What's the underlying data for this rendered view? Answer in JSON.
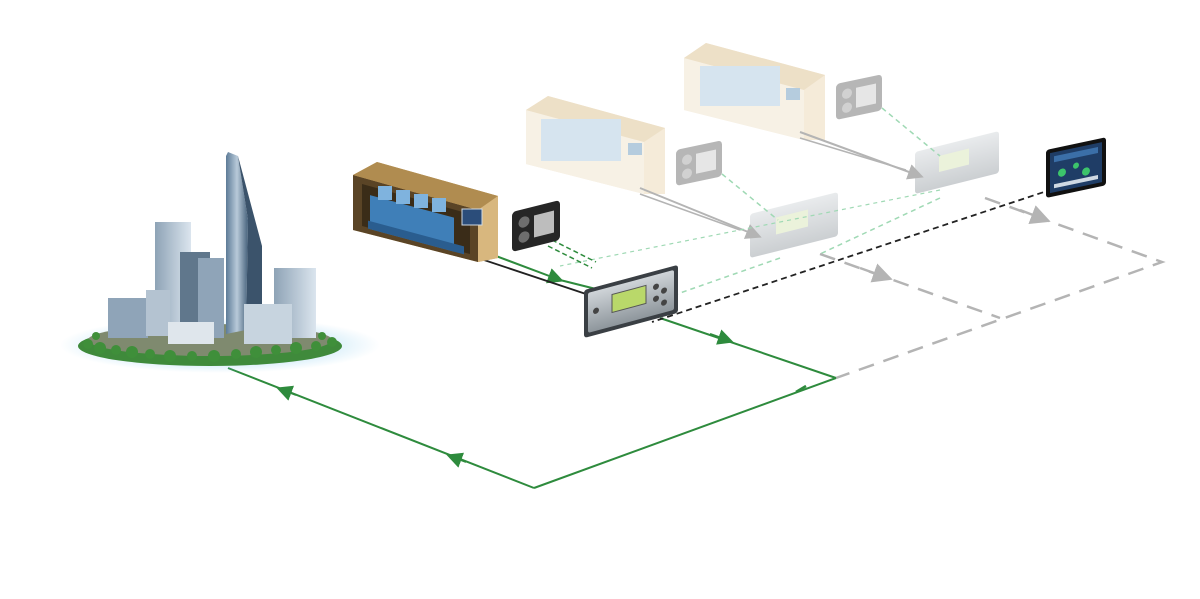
{
  "diagram": {
    "type": "power-plant-network-illustration",
    "nodes": [
      {
        "id": "city",
        "icon": "city-skyline-icon"
      },
      {
        "id": "genset-1",
        "icon": "genset-container-icon",
        "state": "active"
      },
      {
        "id": "genset-2",
        "icon": "genset-container-icon",
        "state": "inactive"
      },
      {
        "id": "genset-3",
        "icon": "genset-container-icon",
        "state": "inactive"
      },
      {
        "id": "engine-panel-1",
        "icon": "engine-control-panel-icon",
        "state": "active"
      },
      {
        "id": "engine-panel-2",
        "icon": "engine-control-panel-icon",
        "state": "inactive"
      },
      {
        "id": "engine-panel-3",
        "icon": "engine-control-panel-icon",
        "state": "inactive"
      },
      {
        "id": "controller-1",
        "icon": "genset-controller-icon",
        "state": "active"
      },
      {
        "id": "controller-2",
        "icon": "genset-controller-icon",
        "state": "inactive"
      },
      {
        "id": "controller-3",
        "icon": "genset-controller-icon",
        "state": "inactive"
      },
      {
        "id": "hmi",
        "icon": "hmi-touch-panel-icon",
        "state": "active"
      }
    ],
    "links": [
      {
        "from": "genset-1",
        "to": "controller-1",
        "kind": "power"
      },
      {
        "from": "controller-1",
        "to": "city",
        "kind": "power-bus"
      },
      {
        "from": "engine-panel-1",
        "to": "controller-1",
        "kind": "communication"
      },
      {
        "from": "hmi",
        "to": "controller-1",
        "kind": "communication"
      },
      {
        "from": "genset-2",
        "to": "controller-2",
        "kind": "power"
      },
      {
        "from": "genset-3",
        "to": "controller-3",
        "kind": "power"
      }
    ],
    "colors": {
      "active_power": "#2e8b3d",
      "inactive_line": "#b4b4b4",
      "communication": "#222222",
      "inactive_comm": "#9fd9b4",
      "container_wall": "#d9b77b",
      "container_edge": "#7a5a2a",
      "engine": "#3f7fb8",
      "controller_body": "#3a3f44",
      "controller_screen": "#b9d86a",
      "hmi_screen": "#1f3d66"
    }
  }
}
